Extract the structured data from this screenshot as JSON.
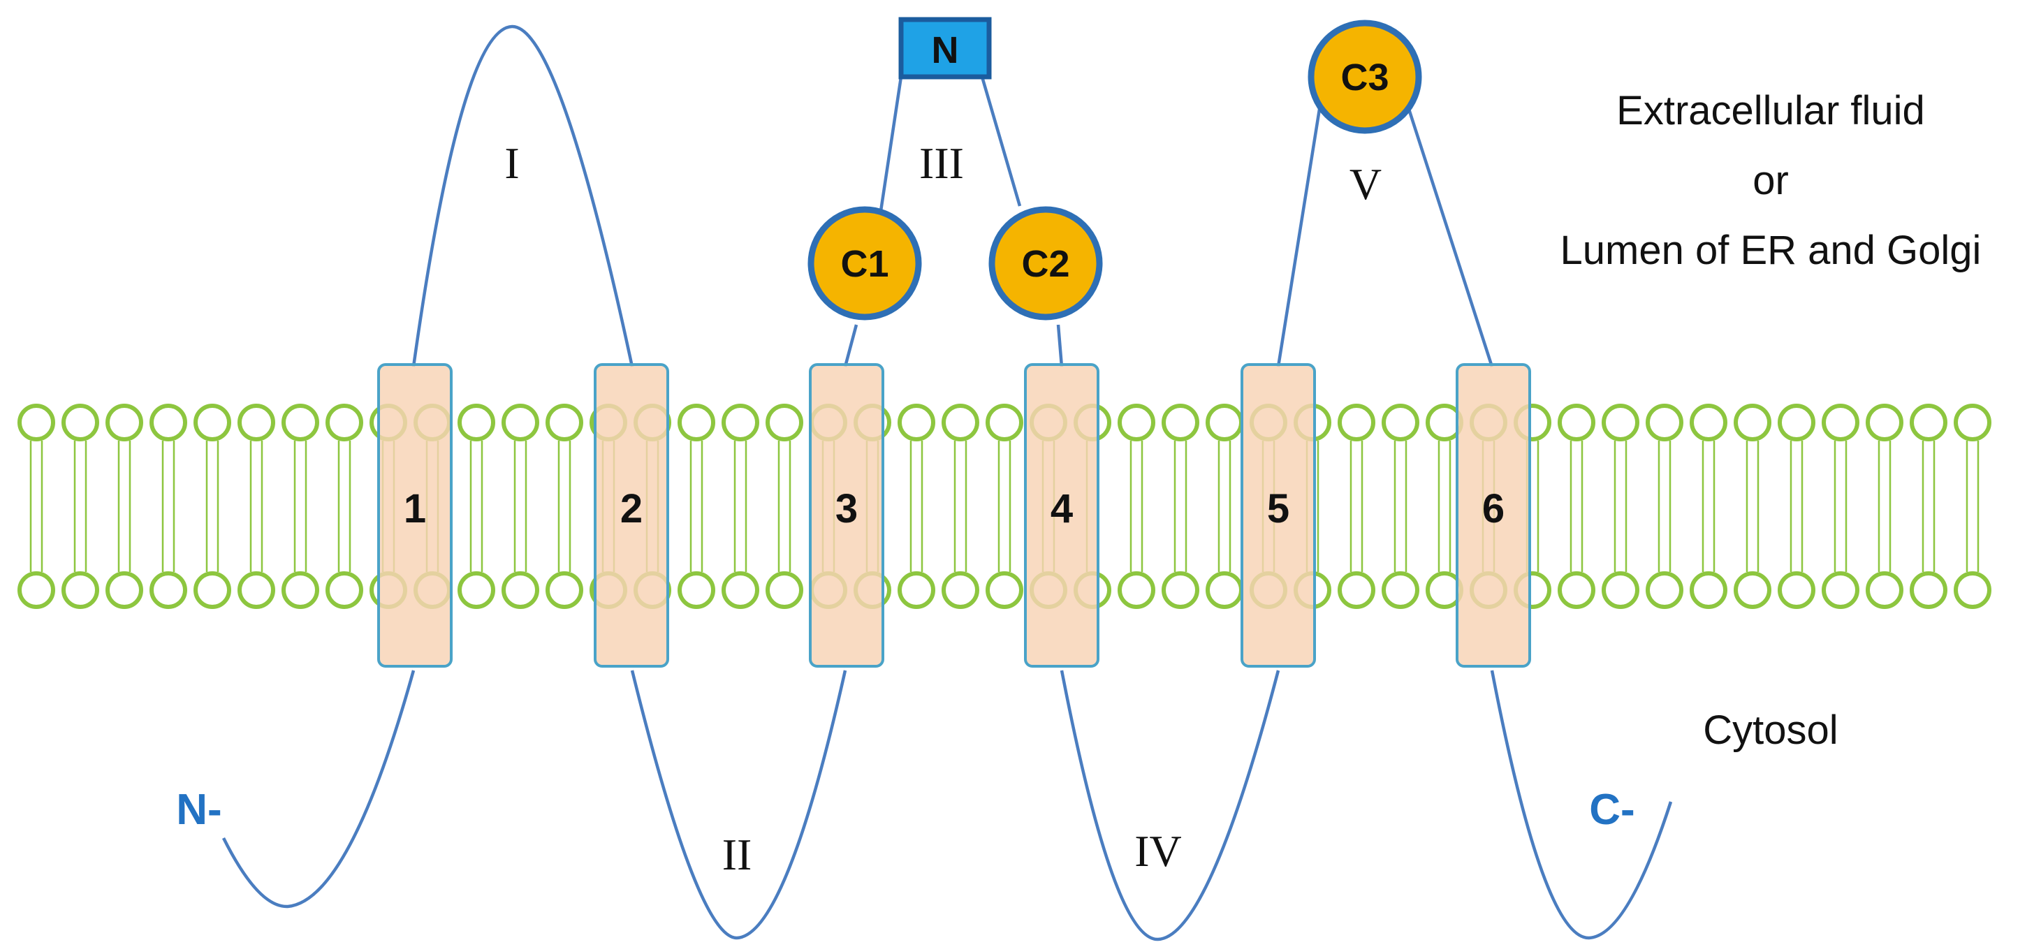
{
  "colors": {
    "chain": "#4a7dc0",
    "lipid": "#8dc63f",
    "tm_fill": "#f8d3b5",
    "tm_stroke": "#4aa3c8",
    "glyco_fill": "#f5b400",
    "glyco_stroke": "#2e6fb5",
    "n_box_fill": "#1fa2e6",
    "n_box_stroke": "#1b5c9e",
    "terminus": "#2272c3"
  },
  "transmembrane_segments": [
    "1",
    "2",
    "3",
    "4",
    "5",
    "6"
  ],
  "loops": [
    "I",
    "II",
    "III",
    "IV",
    "V"
  ],
  "termini": {
    "n": "N-",
    "c": "C-"
  },
  "glycosylation_sites": [
    "C1",
    "C2",
    "C3"
  ],
  "n_box_label": "N",
  "regions": {
    "extracellular_line1": "Extracellular fluid",
    "extracellular_line2": "or",
    "extracellular_line3": "Lumen of ER and Golgi",
    "cytosol": "Cytosol"
  }
}
